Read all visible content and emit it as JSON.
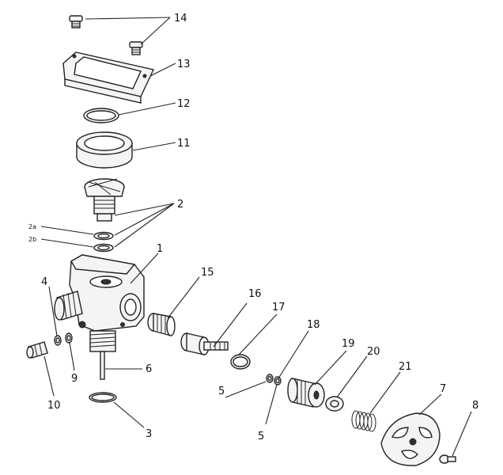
{
  "labels": {
    "n14": "14",
    "n13": "13",
    "n12": "12",
    "n11": "11",
    "n2": "2",
    "n2a": "2a",
    "n2b": "2b",
    "n1": "1",
    "n4": "4",
    "n9": "9",
    "n10": "10",
    "n6": "6",
    "n3": "3",
    "n15": "15",
    "n16": "16",
    "n17": "17",
    "n18": "18",
    "n5a": "5",
    "n5b": "5",
    "n19": "19",
    "n20": "20",
    "n21": "21",
    "n7": "7",
    "n8": "8"
  }
}
